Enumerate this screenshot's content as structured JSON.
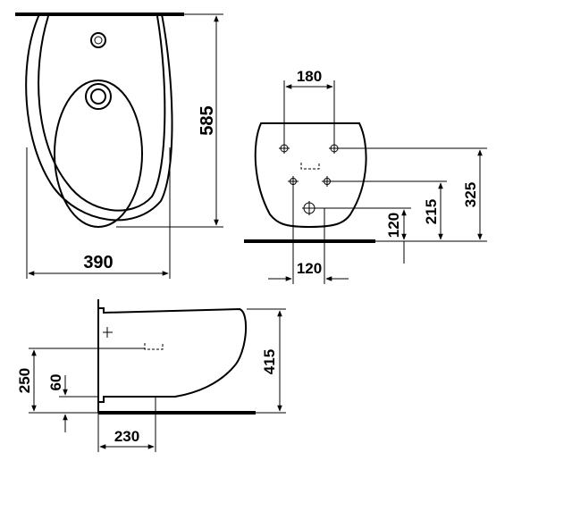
{
  "dimensions": {
    "top_view": {
      "width": "390",
      "depth": "585"
    },
    "rear_view": {
      "fixing_spacing": "180",
      "waste_spacing": "120",
      "waste_height": "120",
      "supply_height": "215",
      "fixing_height": "325"
    },
    "side_view": {
      "height": "415",
      "supply_level": "250",
      "waste_level": "60",
      "waste_offset": "230"
    }
  }
}
